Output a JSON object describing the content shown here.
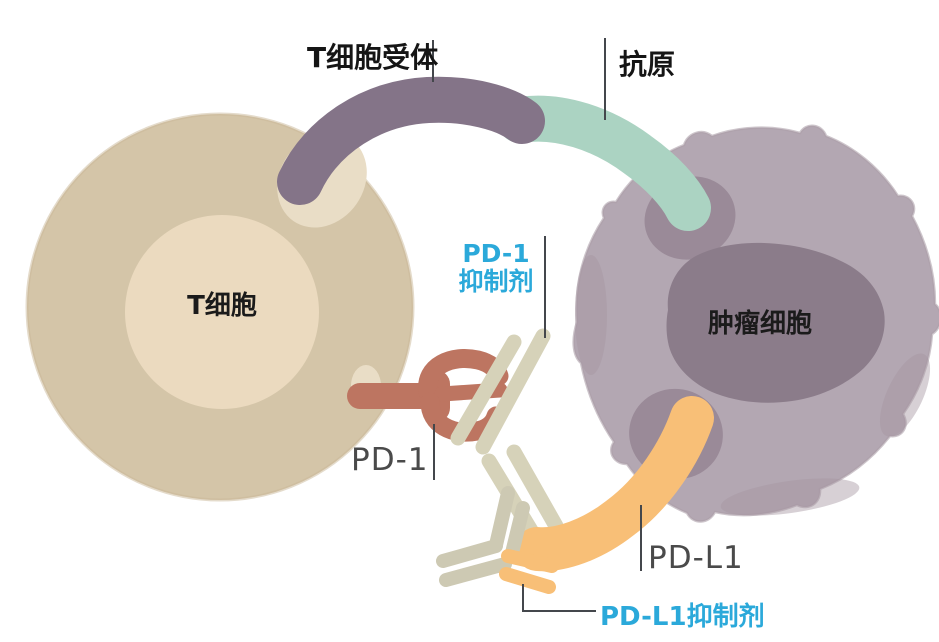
{
  "diagram_title": "PD-1 / PD-L1 immune checkpoint inhibitor diagram",
  "labels": {
    "t_cell_receptor": "T细胞受体",
    "antigen": "抗原",
    "t_cell": "T细胞",
    "tumor_cell": "肿瘤细胞",
    "pd1": "PD-1",
    "pdl1": "PD-L1",
    "pd1_inhibitor_line1": "PD-1",
    "pd1_inhibitor_line2": "抑制剂",
    "pdl1_inhibitor": "PD-L1抑制剂"
  },
  "colors": {
    "background": "#ffffff",
    "t_cell_body": "#d4c5a8",
    "t_cell_inner": "#ebdabf",
    "t_cell_dimple": "#e9ddc6",
    "t_cell_edge": "#c9b897",
    "tumor_body": "#b3a7b2",
    "tumor_edge": "#a597a2",
    "tumor_nucleus": "#8b7c8a",
    "tumor_collar": "#9a8a98",
    "receptor": "#847488",
    "antigen": "#abd3c2",
    "pd1_receptor": "#bd7561",
    "pdl1_ligand": "#f8bf77",
    "antibody_beige": "#d6d2b9",
    "antibody_gray": "#cdc9b3",
    "antibody_orange": "#f8bf77",
    "inhibitor_text_blue": "#2ba9da",
    "molecule_text_gray": "#4a4a4a",
    "heading_text": "#151515",
    "pointer_line": "#44474c"
  }
}
